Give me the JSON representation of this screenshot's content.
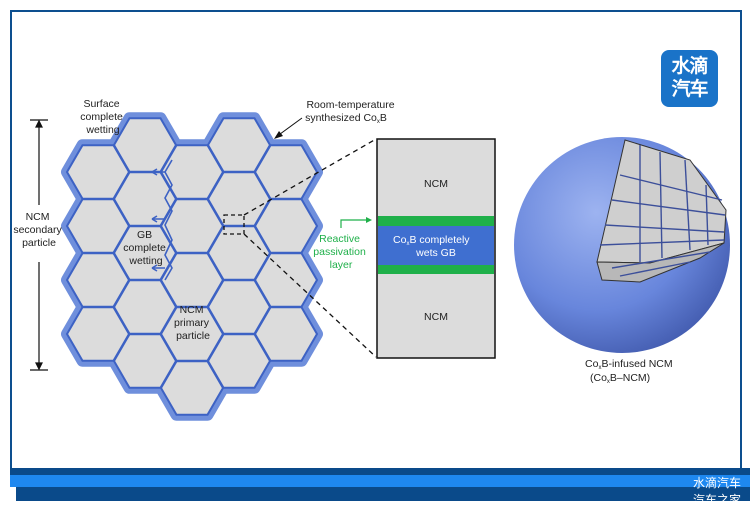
{
  "logo": {
    "line1": "水滴",
    "line2": "汽车"
  },
  "watermark": {
    "line1": "水滴汽车",
    "line2": "汽车之家"
  },
  "left_panel": {
    "surface_label": [
      "Surface",
      "complete",
      "wetting"
    ],
    "secondary_label": [
      "NCM",
      "secondary",
      "particle"
    ],
    "gb_label": [
      "GB",
      "complete",
      "wetting"
    ],
    "primary_label": [
      "NCM",
      "primary",
      "particle"
    ],
    "coating_label": [
      "Room-temperature",
      "synthesized Co"
    ],
    "coating_sub": "x",
    "coating_suffix": "B"
  },
  "zoom_panel": {
    "top": "NCM",
    "bottom": "NCM",
    "layer_text_1_pre": "Co",
    "layer_text_1_sub": "x",
    "layer_text_1_post": "B completely",
    "layer_text_2": "wets GB",
    "passivation_label": [
      "Reactive",
      "passivation",
      "layer"
    ]
  },
  "sphere": {
    "caption_1_pre": "Co",
    "caption_1_sub": "x",
    "caption_1_post": "B-infused NCM",
    "caption_2_pre": "(Co",
    "caption_2_sub": "x",
    "caption_2_post": "B–NCM)"
  },
  "colors": {
    "coating": "#6f8fdc",
    "grain_line": "#3d62c4",
    "grain": "#dcdcdc",
    "passivation": "#1fb04a",
    "cob": "#3f6fd0",
    "frame": "#0d4f8f"
  }
}
